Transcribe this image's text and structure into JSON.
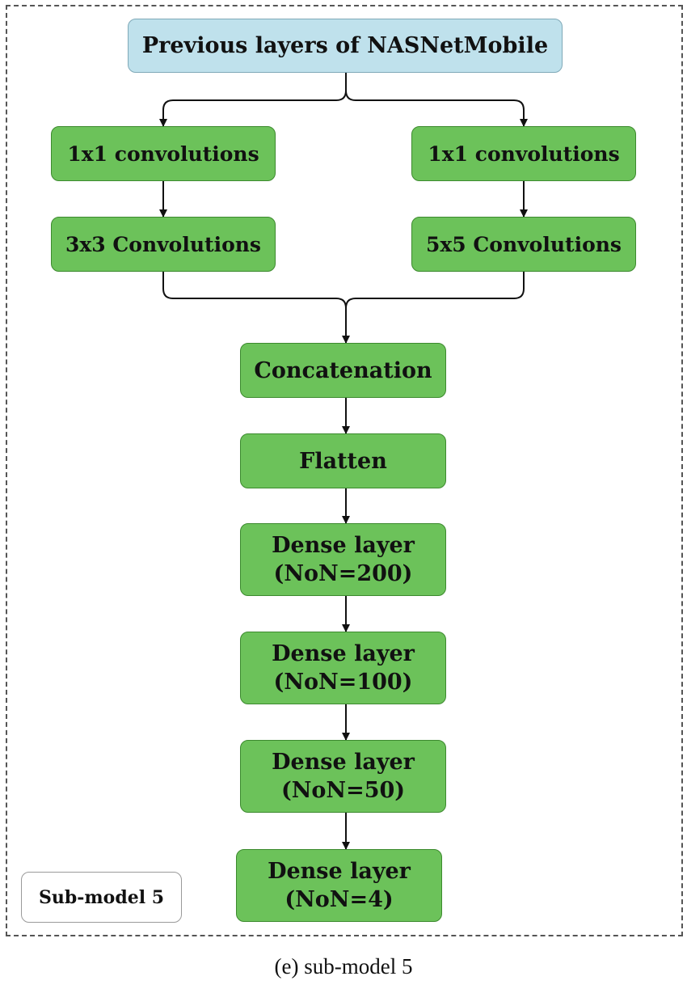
{
  "diagram": {
    "top_node": "Previous layers of NASNetMobile",
    "left_branch": [
      "1x1 convolutions",
      "3x3 Convolutions"
    ],
    "right_branch": [
      "1x1 convolutions",
      "5x5 Convolutions"
    ],
    "concat": "Concatenation",
    "flatten": "Flatten",
    "dense_layers": [
      {
        "line1": "Dense layer",
        "line2": "(NoN=200)"
      },
      {
        "line1": "Dense layer",
        "line2": "(NoN=100)"
      },
      {
        "line1": "Dense layer",
        "line2": "(NoN=50)"
      },
      {
        "line1": "Dense layer",
        "line2": "(NoN=4)"
      }
    ],
    "submodel_label": "Sub-model 5"
  },
  "caption": "(e) sub-model 5",
  "colors": {
    "layer_fill": "#6cc25a",
    "input_fill": "#bfe1ec",
    "line": "#111111"
  }
}
